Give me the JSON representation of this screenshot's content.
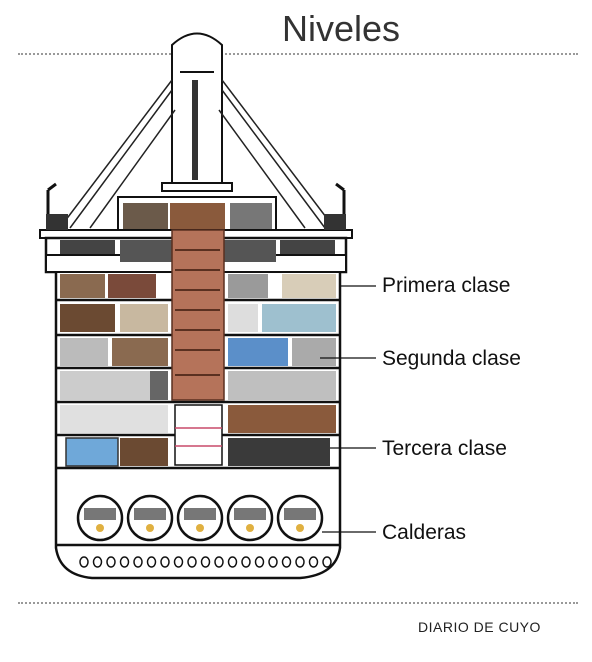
{
  "title": "Niveles",
  "labels": {
    "first": "Primera clase",
    "second": "Segunda clase",
    "third": "Tercera clase",
    "boilers": "Calderas"
  },
  "credit": "DIARIO DE CUYO",
  "colors": {
    "hull": "#ffffff",
    "outline": "#111111",
    "stairs": "#b5735a",
    "interior_dark": "#3a3a3a",
    "interior_warm": "#8a5a3c",
    "interior_light": "#d9d9d9",
    "blue_accent": "#5b8fc9"
  }
}
